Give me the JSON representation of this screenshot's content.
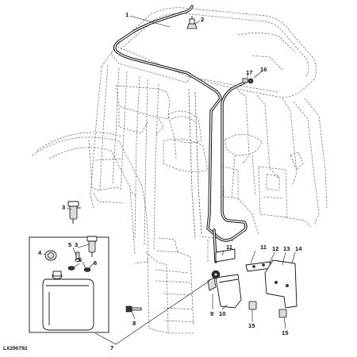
{
  "reference_code": "LX290792",
  "callouts": [
    {
      "id": "1",
      "text": "1"
    },
    {
      "id": "2",
      "text": "2"
    },
    {
      "id": "3",
      "text": "3"
    },
    {
      "id": "3b",
      "text": "3"
    },
    {
      "id": "4",
      "text": "4"
    },
    {
      "id": "5",
      "text": "5"
    },
    {
      "id": "6",
      "text": "6"
    },
    {
      "id": "6b",
      "text": "6"
    },
    {
      "id": "7",
      "text": "7"
    },
    {
      "id": "8",
      "text": "8"
    },
    {
      "id": "9",
      "text": "9"
    },
    {
      "id": "10",
      "text": "10"
    },
    {
      "id": "11",
      "text": "11"
    },
    {
      "id": "11b",
      "text": "11"
    },
    {
      "id": "12",
      "text": "12"
    },
    {
      "id": "13",
      "text": "13"
    },
    {
      "id": "14",
      "text": "14"
    },
    {
      "id": "15",
      "text": "15"
    },
    {
      "id": "15b",
      "text": "15"
    },
    {
      "id": "16",
      "text": "16"
    },
    {
      "id": "17",
      "text": "17"
    }
  ]
}
